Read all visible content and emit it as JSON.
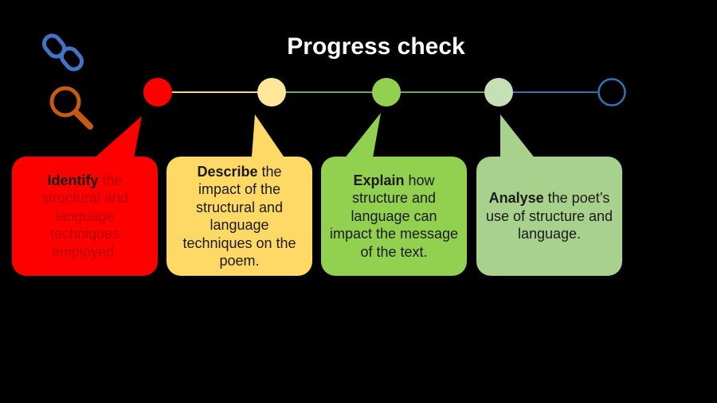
{
  "title": "Progress check",
  "icons": [
    "link-icon",
    "search-icon"
  ],
  "colors": {
    "background": "#000000",
    "red": "#ff0000",
    "yellow": "#ffd966",
    "green": "#92d050",
    "light_green": "#a9d18e",
    "blue": "#0070c0",
    "line_yellow": "#ffd966",
    "line_green": "#70ad47",
    "line_blue": "#2e75b6"
  },
  "steps": [
    {
      "keyword": "Identify",
      "text": " the structural and language techniques employed."
    },
    {
      "keyword": "Describe",
      "text": " the impact of the structural and language techniques on the poem."
    },
    {
      "keyword": "Explain",
      "text": " how structure and language can impact the message of the text."
    },
    {
      "keyword": "Analyse",
      "text": " the poet’s use of structure and language."
    }
  ]
}
